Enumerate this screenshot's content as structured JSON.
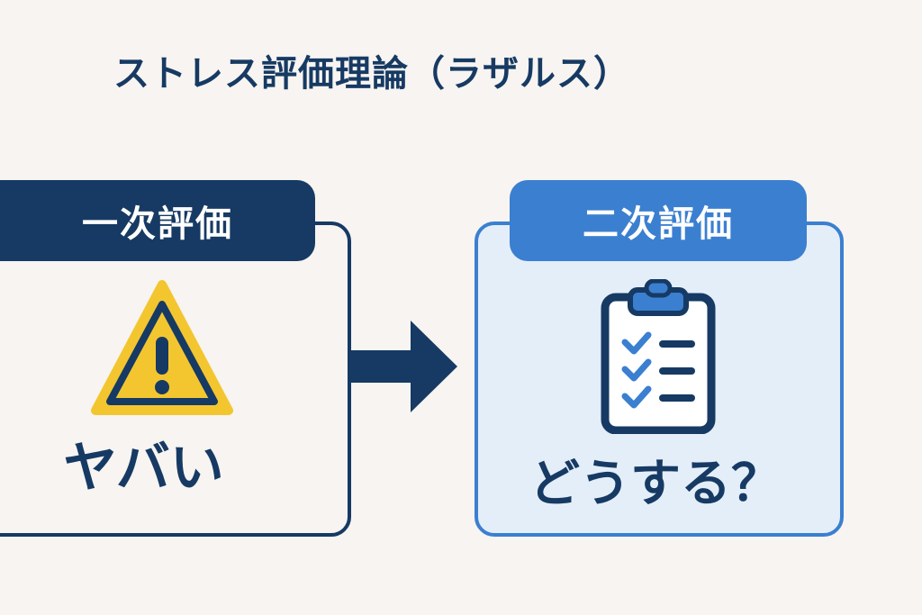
{
  "diagram": {
    "title": "ストレス評価理論（ラザルス）",
    "primary_appraisal": {
      "tab_label": "一次評価",
      "icon": "warning-icon",
      "text": "ヤバい"
    },
    "secondary_appraisal": {
      "tab_label": "二次評価",
      "icon": "clipboard-checklist-icon",
      "text": "どうする？"
    },
    "connector": "arrow-right-icon"
  },
  "colors": {
    "background": "#f7f4f1",
    "navy": "#163a63",
    "blue": "#3b7fd0",
    "light_blue": "#e4eef9",
    "warning_yellow": "#f3c630"
  }
}
